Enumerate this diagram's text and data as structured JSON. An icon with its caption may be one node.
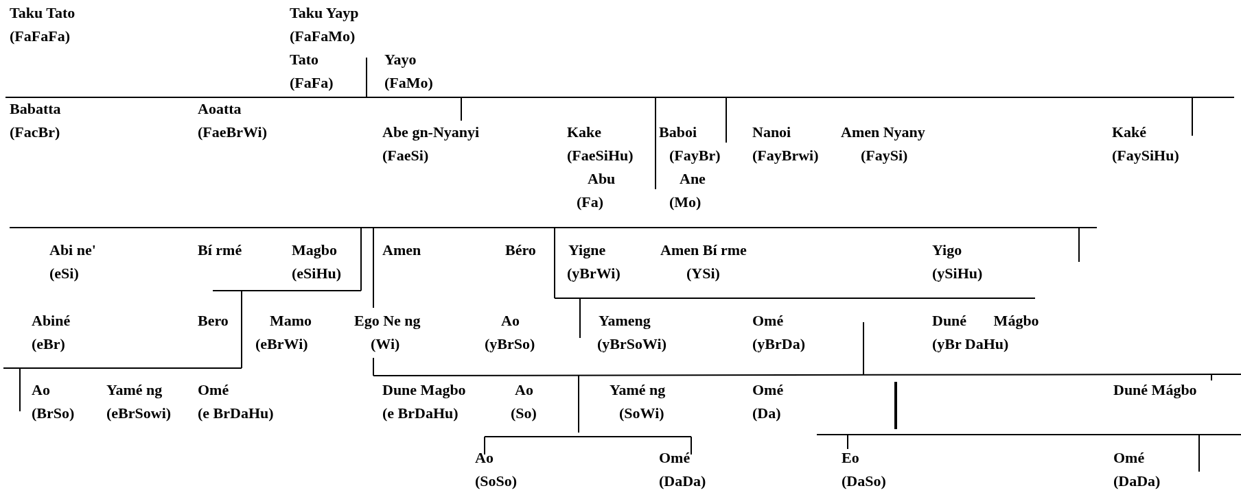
{
  "diagram": {
    "labels": [
      "Taku Tato",
      "(FaFaFa)",
      "Taku Yayp",
      "(FaFaMo)",
      "Tato",
      "(FaFa)",
      "Yayo",
      "(FaMo)",
      "Babatta",
      "(FacBr)",
      "Aoatta",
      "(FaeBrWi)",
      "Abe gn-Nyanyi",
      "(FaeSi)",
      "Kake",
      "(FaeSiHu)",
      "Baboi",
      "(FayBr)",
      "Nanoi",
      "(FayBrwi)",
      "Amen Nyany",
      "(FaySi)",
      "Kaké",
      "(FaySiHu)",
      "Abu",
      "(Fa)",
      "Ane",
      "(Mo)",
      "Abi ne'",
      "Bí rmé",
      "Magbo",
      "Amen",
      "Béro",
      "Yigne",
      "Amen Bí rme",
      "Yigo",
      "(eSi)",
      "(eSiHu)",
      "(yBrWi)",
      "(YSi)",
      "(ySiHu)",
      "Abiné",
      "Bero",
      "Mamo",
      "Ego Ne ng",
      "Ao",
      "Yameng",
      "Omé",
      "Duné Mágbo",
      "(eBr)",
      "(eBrWi)",
      "(Wi)",
      "(yBrSo)",
      "(yBrSoWi)",
      "(yBrDa)",
      "(yBr DaHu)",
      "Ao",
      "Yamé ng",
      "Omé",
      "Dune Magbo",
      "Ao",
      "Yamé ng",
      "Omé",
      "Duné Mágbo",
      "(BrSo)",
      "(eBrSowi)",
      "(e BrDaHu)",
      "(e BrDaHu)",
      "(So)",
      "(SoWi)",
      "(Da)",
      "Ao",
      "Omé",
      "Eo",
      "Omé",
      "(SoSo)",
      "(DaDa)",
      "(DaSo)",
      "(DaDa)"
    ]
  }
}
